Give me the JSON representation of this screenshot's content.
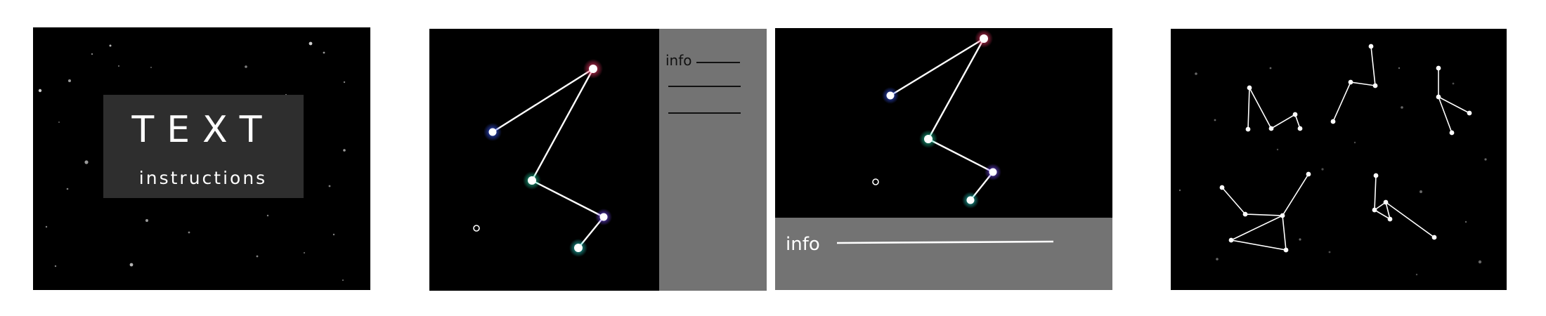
{
  "colors": {
    "background": "#000000",
    "info_panel": "#737373",
    "title_box": "#2e2e2e",
    "line": "#ffffff",
    "star_red": "#ff3b6b",
    "star_blue": "#3a5bff",
    "star_green": "#1fd4a4",
    "star_violet": "#7a4dff",
    "star_cyan": "#23d5c8"
  },
  "title_screen": {
    "title": "TEXT",
    "subtitle": "instructions"
  },
  "side_info_panel": {
    "label": "info"
  },
  "bottom_info_panel": {
    "label": "info"
  }
}
